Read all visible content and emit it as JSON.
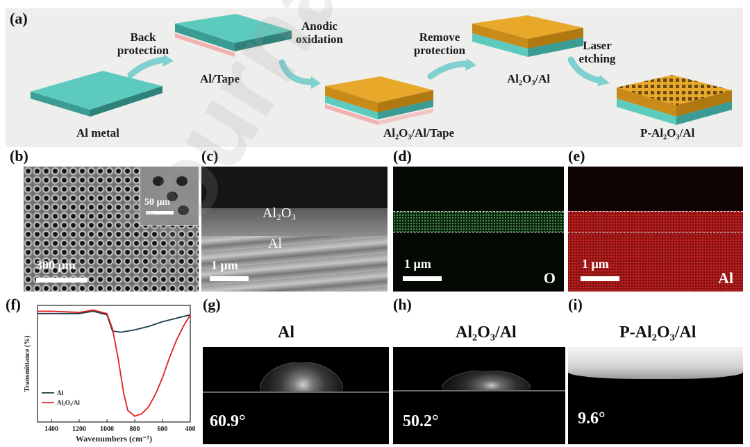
{
  "panel_labels": {
    "a": "(a)",
    "b": "(b)",
    "c": "(c)",
    "d": "(d)",
    "e": "(e)",
    "f": "(f)",
    "g": "(g)",
    "h": "(h)",
    "i": "(i)"
  },
  "schematic": {
    "steps": [
      {
        "line1": "Back",
        "line2": "protection"
      },
      {
        "line1": "Anodic",
        "line2": "oxidation"
      },
      {
        "line1": "Remove",
        "line2": "protection"
      },
      {
        "line1": "Laser",
        "line2": "etching"
      }
    ],
    "stages": [
      "Al metal",
      "Al/Tape",
      "Al₂O₃/Al/Tape",
      "Al₂O₃/Al",
      "P-Al₂O₃/Al"
    ],
    "colors": {
      "al": "#4fb8ad",
      "oxide": "#e8a92b",
      "tape": "#f2c4c4",
      "bg": "#eeeeec"
    }
  },
  "sem": {
    "b_scale": "300 μm",
    "b_inset_scale": "50 μm",
    "c_scale": "1 μm",
    "c_layer_top": "Al₂O₃",
    "c_layer_bottom": "Al",
    "d_scale": "1 μm",
    "d_element": "O",
    "e_scale": "1 μm",
    "e_element": "Al"
  },
  "chart_data": {
    "type": "line",
    "xlabel": "Wavenumbers (cm⁻¹)",
    "ylabel": "Transmittance (%)",
    "xlim": [
      1500,
      400
    ],
    "x_ticks": [
      "1400",
      "1200",
      "1000",
      "800",
      "600",
      "400"
    ],
    "legend_position": "bottom-left",
    "series": [
      {
        "name": "Al",
        "color": "#1a3a4a",
        "x": [
          1500,
          1400,
          1200,
          1100,
          1000,
          960,
          900,
          850,
          800,
          700,
          600,
          500,
          400
        ],
        "y": [
          0.93,
          0.93,
          0.93,
          0.95,
          0.92,
          0.78,
          0.77,
          0.78,
          0.79,
          0.82,
          0.86,
          0.89,
          0.92
        ]
      },
      {
        "name": "Al₂O₃/Al",
        "color": "#e02020",
        "x": [
          1500,
          1400,
          1200,
          1100,
          1000,
          960,
          920,
          880,
          850,
          800,
          750,
          700,
          650,
          600,
          550,
          500,
          450,
          400
        ],
        "y": [
          0.95,
          0.95,
          0.94,
          0.96,
          0.93,
          0.8,
          0.55,
          0.25,
          0.1,
          0.05,
          0.07,
          0.13,
          0.24,
          0.38,
          0.55,
          0.7,
          0.82,
          0.92
        ]
      }
    ]
  },
  "contact": {
    "g_title": "Al",
    "g_angle": "60.9°",
    "h_title": "Al₂O₃/Al",
    "h_angle": "50.2°",
    "i_title": "P-Al₂O₃/Al",
    "i_angle": "9.6°"
  }
}
